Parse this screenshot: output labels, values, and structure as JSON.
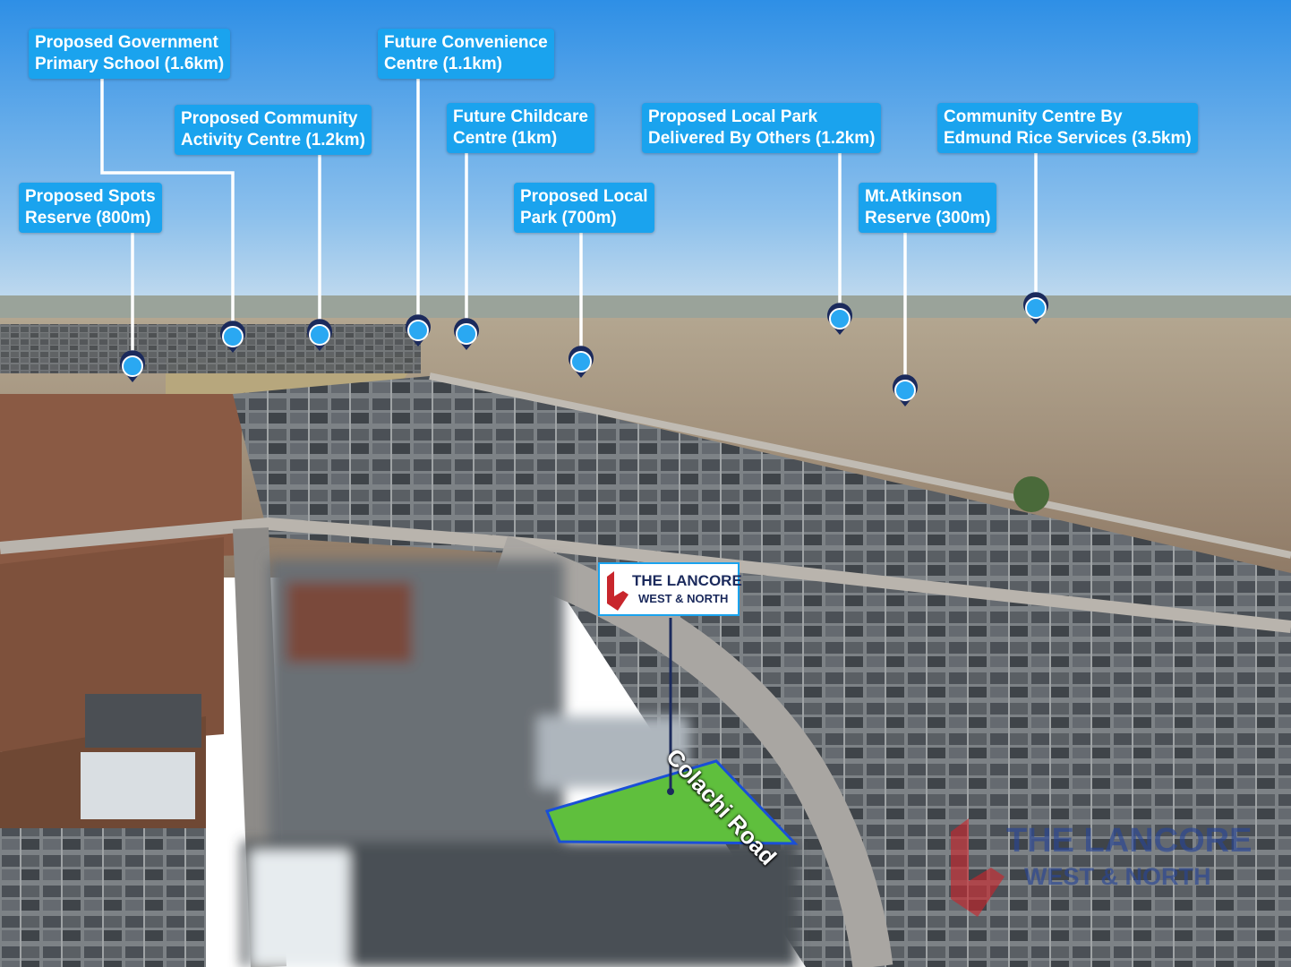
{
  "image": {
    "description_colors": {
      "sky_top": "#2e8fe6",
      "sky_bottom": "#bcd9ef",
      "field": "#a89480",
      "lot_grass": "#5fbf3d",
      "label_bg": "#1aa3ee",
      "marker_blue": "#2aa8f2"
    }
  },
  "labels": [
    {
      "id": "school",
      "line1": "Proposed Government",
      "line2": "Primary School (1.6km)"
    },
    {
      "id": "community_activity",
      "line1": "Proposed Community",
      "line2": "Activity Centre (1.2km)"
    },
    {
      "id": "sports_reserve",
      "line1": "Proposed Spots",
      "line2": "Reserve (800m)"
    },
    {
      "id": "convenience",
      "line1": "Future Convenience",
      "line2": "Centre (1.1km)"
    },
    {
      "id": "childcare",
      "line1": "Future Childcare",
      "line2": "Centre (1km)"
    },
    {
      "id": "local_park_700",
      "line1": "Proposed Local",
      "line2": "Park (700m)"
    },
    {
      "id": "local_park_others",
      "line1": "Proposed Local Park",
      "line2": "Delivered By Others (1.2km)"
    },
    {
      "id": "mt_atkinson",
      "line1": "Mt.Atkinson",
      "line2": "Reserve (300m)"
    },
    {
      "id": "edmund_rice",
      "line1": "Community Centre By",
      "line2": "Edmund Rice Services (3.5km)"
    }
  ],
  "road": {
    "name": "Colachi Road"
  },
  "logo": {
    "name": "THE LANCORE",
    "sub": "WEST & NORTH",
    "color": "#c8262c"
  },
  "watermark": {
    "name": "THE LANCORE",
    "sub": "WEST & NORTH"
  }
}
